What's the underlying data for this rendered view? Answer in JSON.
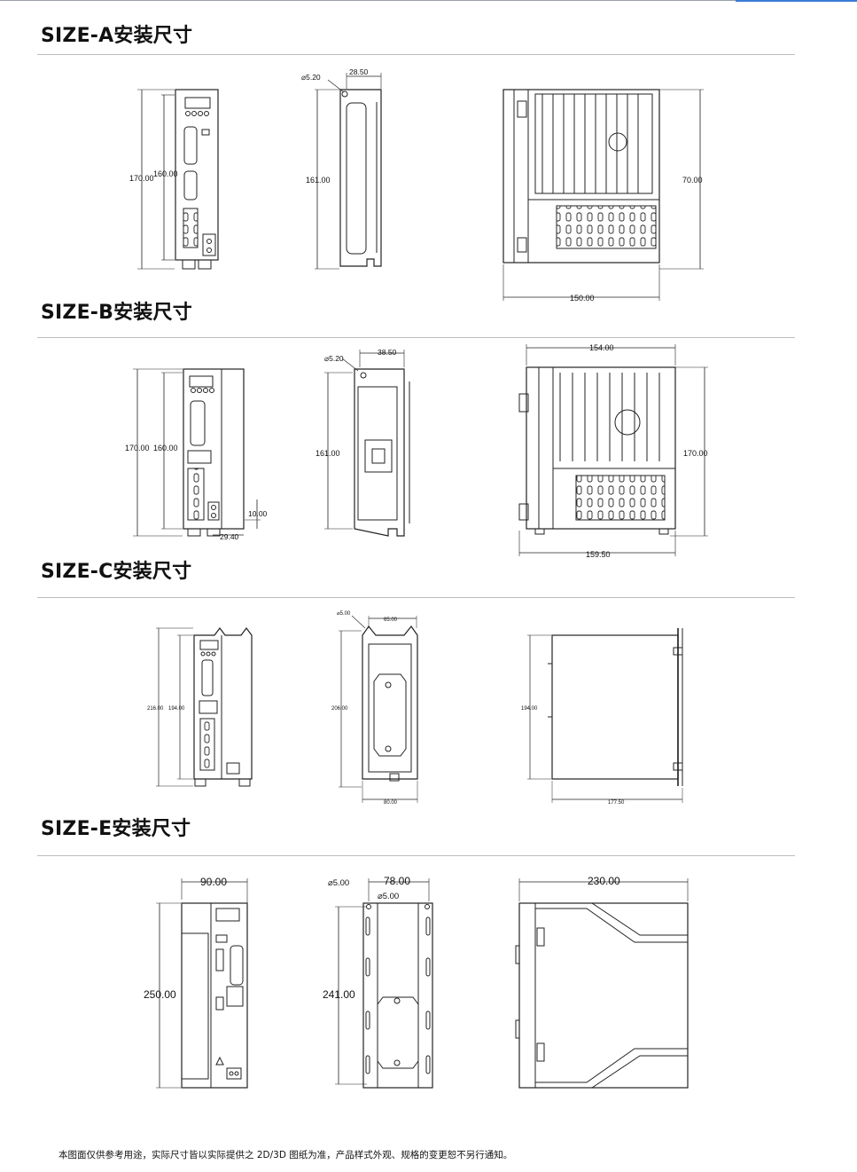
{
  "sections": [
    {
      "title": "SIZE-A安装尺寸",
      "front": {
        "h1": "170.00",
        "h2": "160.00"
      },
      "side": {
        "hole": "⌀5.20",
        "width": "28.50",
        "height": "161.00"
      },
      "top": {
        "height": "70.00",
        "width": "150.00"
      }
    },
    {
      "title": "SIZE-B安装尺寸",
      "front": {
        "h1": "170.00",
        "h2": "160.00",
        "small": "10.00",
        "offset": "29.40"
      },
      "side": {
        "hole": "⌀5.20",
        "width": "38.50",
        "height": "161.00"
      },
      "top": {
        "top_width": "154.00",
        "height": "170.00",
        "width": "159.50"
      }
    },
    {
      "title": "SIZE-C安装尺寸",
      "front": {
        "h1": "216.00",
        "h2": "194.00"
      },
      "side": {
        "hole": "⌀5.00",
        "width": "65.00",
        "height": "206.00",
        "bottom": "80.00"
      },
      "top": {
        "height": "194.00",
        "width": "177.50"
      }
    },
    {
      "title": "SIZE-E安装尺寸",
      "front": {
        "width": "90.00",
        "height": "250.00"
      },
      "side": {
        "hole1": "⌀5.00",
        "hole2": "⌀5.00",
        "width": "78.00",
        "height": "241.00"
      },
      "top": {
        "width": "230.00"
      }
    }
  ],
  "footer_note": "本图面仅供参考用途，实际尺寸皆以实际提供之 2D/3D 图纸为准，产品样式外观、规格的变更恕不另行通知。"
}
